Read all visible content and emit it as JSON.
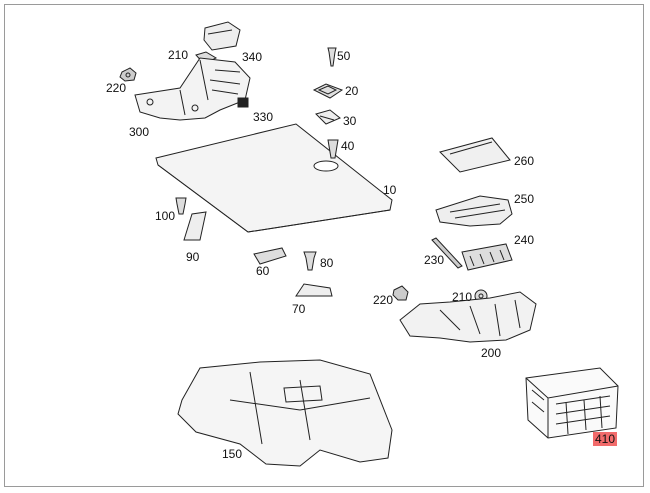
{
  "diagram": {
    "callouts": [
      {
        "id": "210a",
        "text": "210"
      },
      {
        "id": "340",
        "text": "340"
      },
      {
        "id": "50",
        "text": "50"
      },
      {
        "id": "220a",
        "text": "220"
      },
      {
        "id": "20",
        "text": "20"
      },
      {
        "id": "330",
        "text": "330"
      },
      {
        "id": "30",
        "text": "30"
      },
      {
        "id": "300",
        "text": "300"
      },
      {
        "id": "40",
        "text": "40"
      },
      {
        "id": "260",
        "text": "260"
      },
      {
        "id": "10",
        "text": "10"
      },
      {
        "id": "250",
        "text": "250"
      },
      {
        "id": "100",
        "text": "100"
      },
      {
        "id": "240",
        "text": "240"
      },
      {
        "id": "90",
        "text": "90"
      },
      {
        "id": "80",
        "text": "80"
      },
      {
        "id": "230",
        "text": "230"
      },
      {
        "id": "60",
        "text": "60"
      },
      {
        "id": "220b",
        "text": "220"
      },
      {
        "id": "210b",
        "text": "210"
      },
      {
        "id": "70",
        "text": "70"
      },
      {
        "id": "200",
        "text": "200"
      },
      {
        "id": "150",
        "text": "150"
      },
      {
        "id": "410",
        "text": "410",
        "highlight": "#f26b6b"
      }
    ]
  }
}
